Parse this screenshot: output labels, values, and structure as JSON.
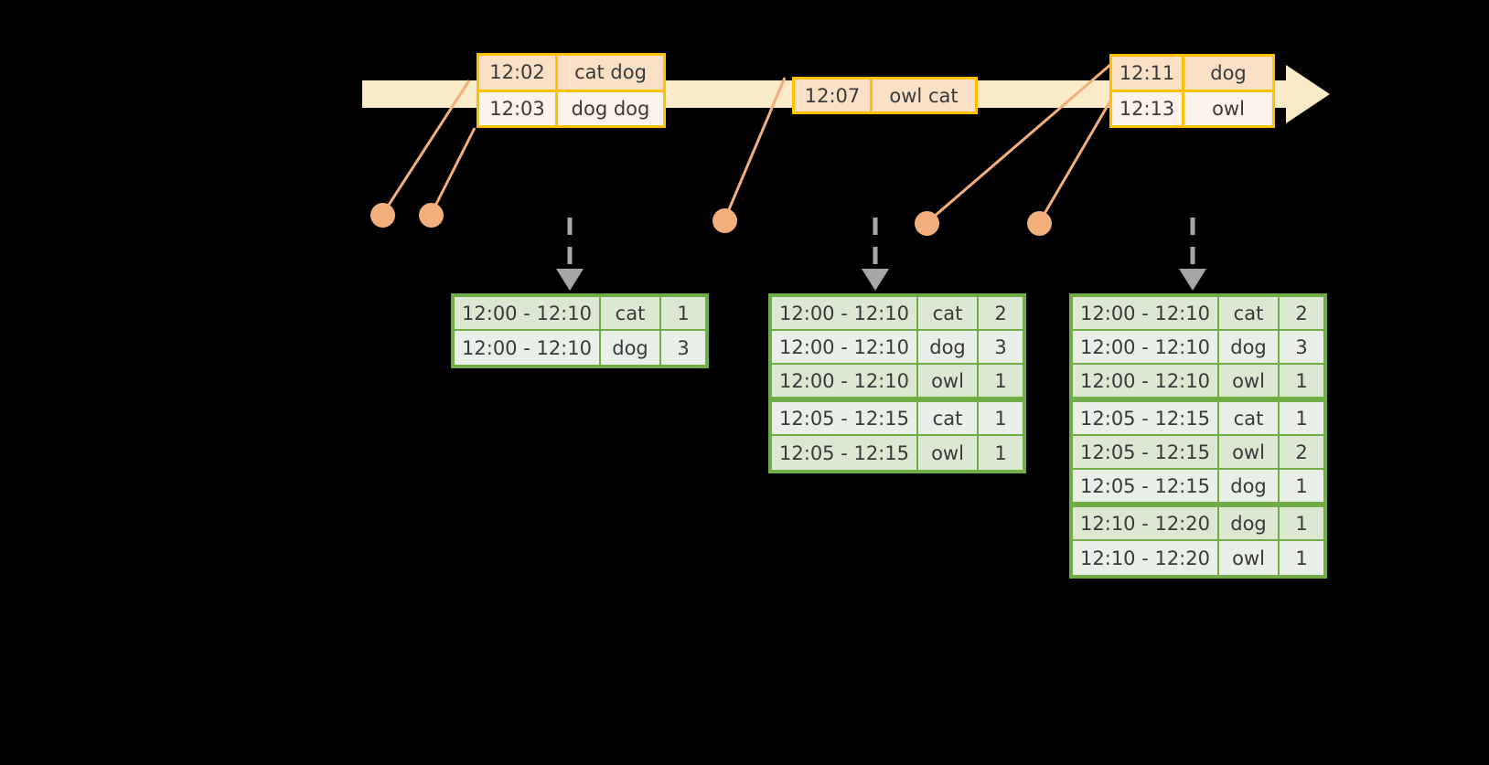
{
  "diagram": {
    "title": "windowed-word-count-streaming-diagram",
    "colors": {
      "timeline_fill": "#FCEBC8",
      "event_border": "#FFC000",
      "event_shade": "#FBE0C8",
      "event_light": "#FDF3EA",
      "connector": "#F2AF7C",
      "table_border": "#70AD47",
      "table_shade": "#DCE8D2",
      "table_light": "#EAF0E7",
      "arrow_gray": "#A6A6A6",
      "background": "#000000",
      "text": "#3A3A3A"
    }
  },
  "timeline": {
    "name": "event-stream-timeline",
    "arrow_direction": "right",
    "events": [
      {
        "id": "event-box-1",
        "rows": [
          {
            "time": "12:02",
            "words": "cat dog"
          },
          {
            "time": "12:03",
            "words": "dog dog"
          }
        ]
      },
      {
        "id": "event-box-2",
        "rows": [
          {
            "time": "12:07",
            "words": "owl cat"
          }
        ]
      },
      {
        "id": "event-box-3",
        "rows": [
          {
            "time": "12:11",
            "words": "dog"
          },
          {
            "time": "12:13",
            "words": "owl"
          }
        ]
      }
    ]
  },
  "tables": [
    {
      "id": "result-table-1",
      "name": "windowed-counts-after-1203",
      "columns": [
        "window",
        "word",
        "count"
      ],
      "rows": [
        {
          "window": "12:00 - 12:10",
          "word": "cat",
          "count": "1",
          "group": 0
        },
        {
          "window": "12:00 - 12:10",
          "word": "dog",
          "count": "3",
          "group": 0
        }
      ]
    },
    {
      "id": "result-table-2",
      "name": "windowed-counts-after-1207",
      "columns": [
        "window",
        "word",
        "count"
      ],
      "rows": [
        {
          "window": "12:00 - 12:10",
          "word": "cat",
          "count": "2",
          "group": 0
        },
        {
          "window": "12:00 - 12:10",
          "word": "dog",
          "count": "3",
          "group": 0
        },
        {
          "window": "12:00 - 12:10",
          "word": "owl",
          "count": "1",
          "group": 0
        },
        {
          "window": "12:05 - 12:15",
          "word": "cat",
          "count": "1",
          "group": 1
        },
        {
          "window": "12:05 - 12:15",
          "word": "owl",
          "count": "1",
          "group": 1
        }
      ]
    },
    {
      "id": "result-table-3",
      "name": "windowed-counts-after-1213",
      "columns": [
        "window",
        "word",
        "count"
      ],
      "rows": [
        {
          "window": "12:00 - 12:10",
          "word": "cat",
          "count": "2",
          "group": 0
        },
        {
          "window": "12:00 - 12:10",
          "word": "dog",
          "count": "3",
          "group": 0
        },
        {
          "window": "12:00 - 12:10",
          "word": "owl",
          "count": "1",
          "group": 0
        },
        {
          "window": "12:05 - 12:15",
          "word": "cat",
          "count": "1",
          "group": 1
        },
        {
          "window": "12:05 - 12:15",
          "word": "owl",
          "count": "2",
          "group": 1
        },
        {
          "window": "12:05 - 12:15",
          "word": "dog",
          "count": "1",
          "group": 1
        },
        {
          "window": "12:10 - 12:20",
          "word": "dog",
          "count": "1",
          "group": 2
        },
        {
          "window": "12:10 - 12:20",
          "word": "owl",
          "count": "1",
          "group": 2
        }
      ]
    }
  ]
}
